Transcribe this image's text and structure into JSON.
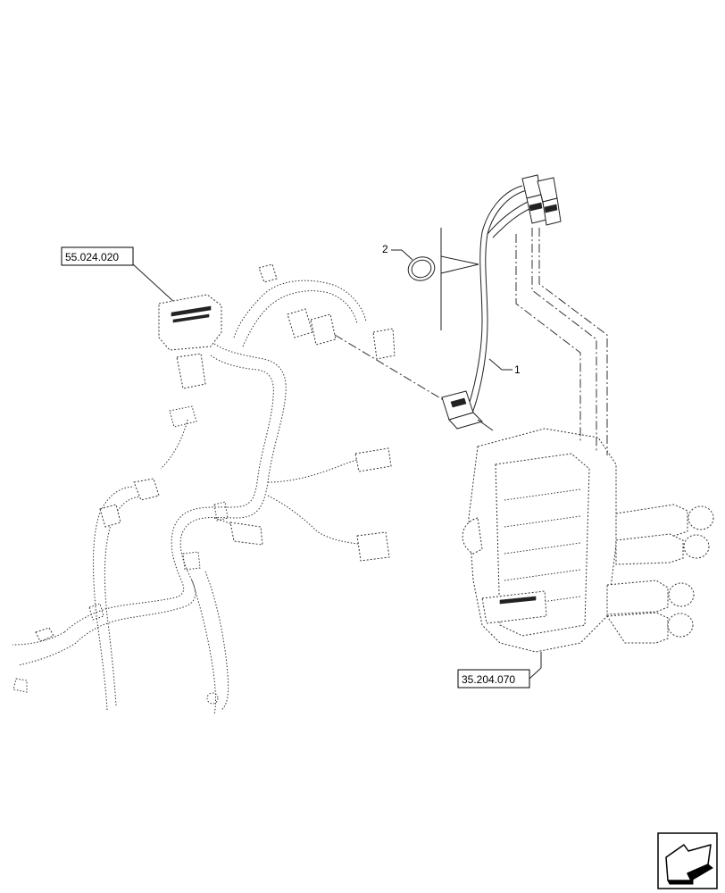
{
  "references": {
    "harness_ref": "55.024.020",
    "valve_ref": "35.204.070"
  },
  "callouts": {
    "item_1": "1",
    "item_2": "2"
  },
  "icons": {
    "nav": "next-page-arrow-icon"
  }
}
